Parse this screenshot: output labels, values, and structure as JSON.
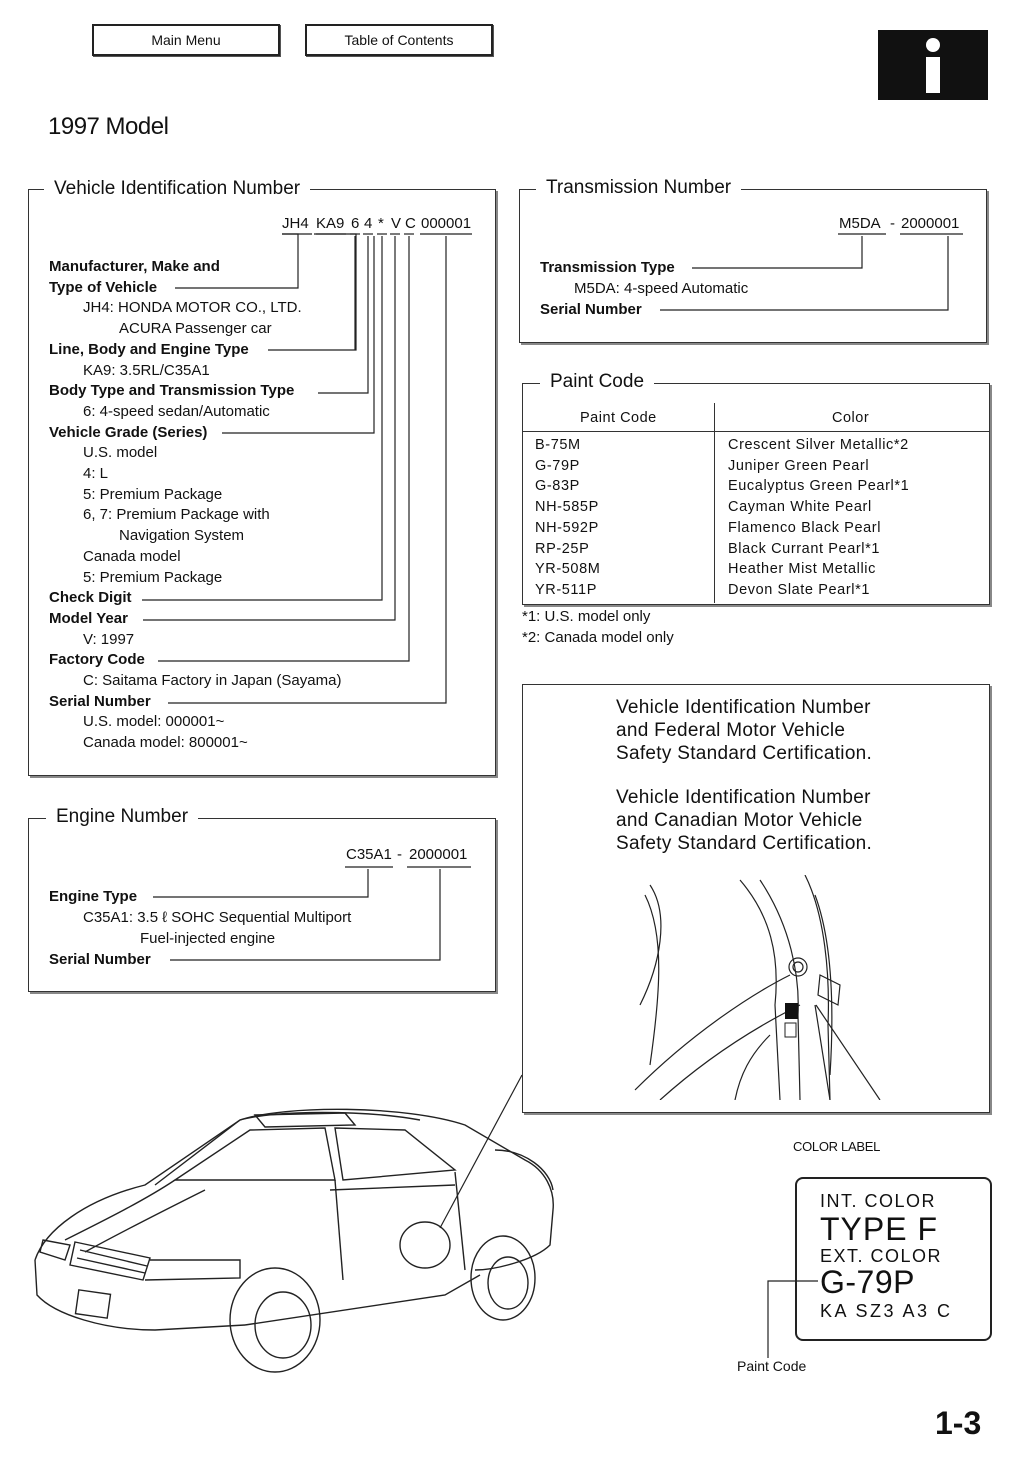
{
  "nav": {
    "main_menu": "Main Menu",
    "toc": "Table of Contents"
  },
  "header": {
    "title": "1997 Model",
    "icon": "info-icon"
  },
  "vin": {
    "legend": "Vehicle Identification Number",
    "codes": [
      "JH4",
      "KA9",
      "6",
      "4",
      "*",
      "V",
      "C",
      "000001"
    ],
    "lines": [
      {
        "text": "Manufacturer, Make and",
        "bold": true
      },
      {
        "text": "Type of Vehicle",
        "bold": true
      },
      {
        "text": "JH4: HONDA MOTOR CO., LTD."
      },
      {
        "text": "ACURA Passenger car"
      },
      {
        "text": "Line, Body and Engine Type",
        "bold": true
      },
      {
        "text": "KA9: 3.5RL/C35A1"
      },
      {
        "text": "Body Type and Transmission Type",
        "bold": true
      },
      {
        "text": "6: 4-speed sedan/Automatic"
      },
      {
        "text": "Vehicle Grade (Series)",
        "bold": true
      },
      {
        "text": "U.S. model"
      },
      {
        "text": "4: L"
      },
      {
        "text": "5: Premium Package"
      },
      {
        "text": "6, 7: Premium Package with"
      },
      {
        "text": "Navigation System"
      },
      {
        "text": "Canada model"
      },
      {
        "text": "5: Premium Package"
      },
      {
        "text": "Check Digit",
        "bold": true
      },
      {
        "text": "Model Year",
        "bold": true
      },
      {
        "text": "V: 1997"
      },
      {
        "text": "Factory Code",
        "bold": true
      },
      {
        "text": "C: Saitama Factory in Japan (Sayama)"
      },
      {
        "text": "Serial Number",
        "bold": true
      },
      {
        "text": "U.S. model: 000001~"
      },
      {
        "text": "Canada model: 800001~"
      }
    ]
  },
  "transmission": {
    "legend": "Transmission Number",
    "code_type": "M5DA",
    "dash": "-",
    "code_serial": "2000001",
    "type_label": "Transmission Type",
    "type_value": "M5DA: 4-speed Automatic",
    "serial_label": "Serial Number"
  },
  "paint": {
    "legend": "Paint Code",
    "col_code": "Paint Code",
    "col_color": "Color",
    "rows": [
      {
        "code": "B-75M",
        "color": "Crescent Silver Metallic*2"
      },
      {
        "code": "G-79P",
        "color": "Juniper Green Pearl"
      },
      {
        "code": "G-83P",
        "color": "Eucalyptus Green Pearl*1"
      },
      {
        "code": "NH-585P",
        "color": "Cayman White Pearl"
      },
      {
        "code": "NH-592P",
        "color": "Flamenco Black Pearl"
      },
      {
        "code": "RP-25P",
        "color": "Black Currant Pearl*1"
      },
      {
        "code": "YR-508M",
        "color": "Heather Mist Metallic"
      },
      {
        "code": "YR-511P",
        "color": "Devon Slate Pearl*1"
      }
    ],
    "notes": [
      "*1: U.S. model only",
      "*2: Canada model only"
    ]
  },
  "engine": {
    "legend": "Engine Number",
    "code_type": "C35A1",
    "dash": "-",
    "code_serial": "2000001",
    "type_label": "Engine Type",
    "type_value": "C35A1: 3.5 ℓ SOHC Sequential Multiport",
    "type_value2": "Fuel-injected engine",
    "serial_label": "Serial Number"
  },
  "certification": {
    "us": [
      "Vehicle Identification Number",
      "and Federal Motor Vehicle",
      "Safety Standard Certification."
    ],
    "canada": [
      "Vehicle Identification Number",
      "and Canadian Motor Vehicle",
      "Safety Standard Certification."
    ]
  },
  "color_label": {
    "caption": "COLOR LABEL",
    "int_label": "INT. COLOR",
    "int_value": "TYPE F",
    "ext_label": "EXT. COLOR",
    "ext_value": "G-79P",
    "model_code": "KA SZ3 A3 C",
    "paint_code_caption": "Paint Code"
  },
  "page_number": "1-3"
}
